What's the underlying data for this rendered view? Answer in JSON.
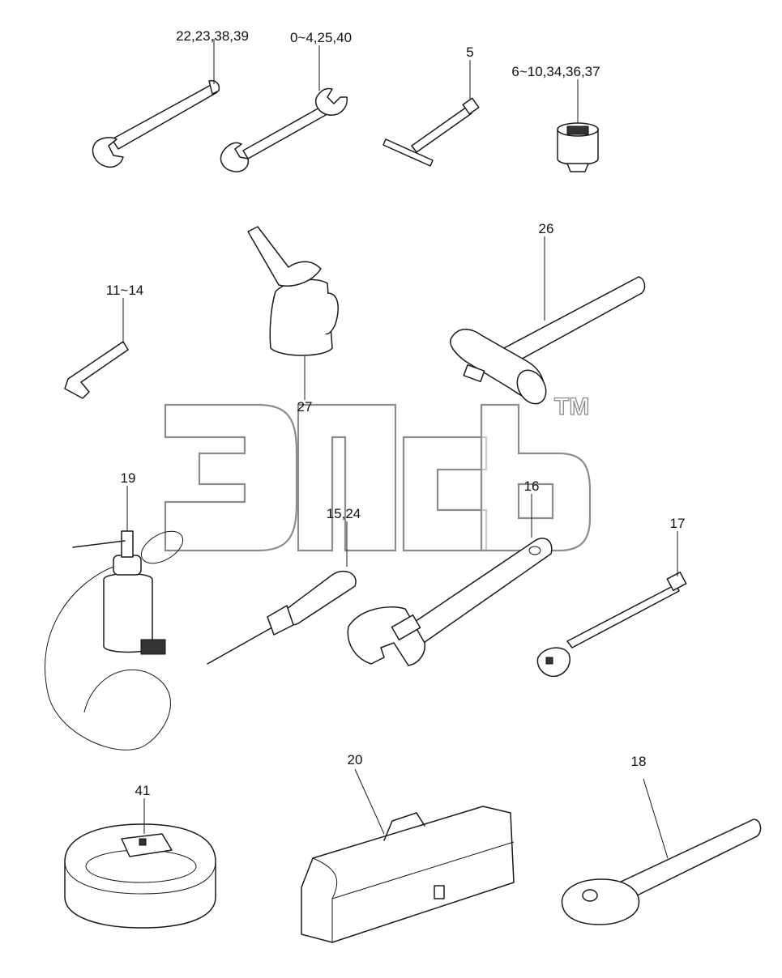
{
  "diagram": {
    "callouts": {
      "c1": "22,23,38,39",
      "c2": "0~4,25,40",
      "c3": "5",
      "c4": "6~10,34,36,37",
      "c5": "11~14",
      "c6": "26",
      "c7": "27",
      "c8": "19",
      "c9": "15,24",
      "c10": "16",
      "c11": "17",
      "c12": "20",
      "c13": "18",
      "c14": "41"
    },
    "watermark": {
      "mark": "TM"
    }
  }
}
